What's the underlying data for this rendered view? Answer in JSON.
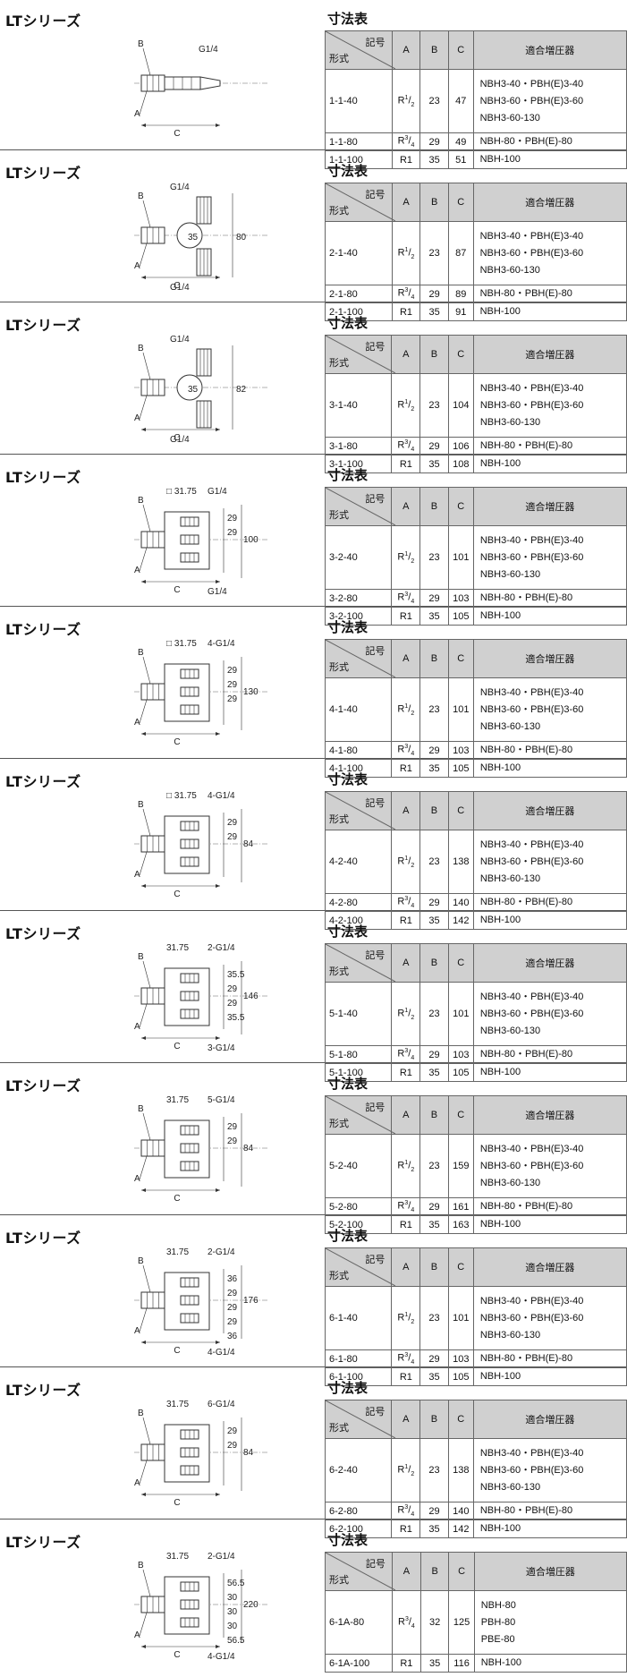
{
  "series_title": "LTシリーズ",
  "table_title": "寸法表",
  "header": {
    "kigou": "記号",
    "keishiki": "形式",
    "A": "A",
    "B": "B",
    "C": "C",
    "compat": "適合増圧器"
  },
  "sections": [
    {
      "labels": {
        "B": "B",
        "A": "A",
        "C": "C",
        "g1": "G1/4"
      },
      "rows": [
        {
          "model": "1-1-40",
          "A": "R1/2",
          "B": "23",
          "C": "47",
          "compat": [
            "NBH3-40・PBH(E)3-40",
            "NBH3-60・PBH(E)3-60",
            "NBH3-60-130"
          ]
        },
        {
          "model": "1-1-80",
          "A": "R3/4",
          "B": "29",
          "C": "49",
          "compat": [
            "NBH-80・PBH(E)-80"
          ]
        },
        {
          "model": "1-1-100",
          "A": "R1",
          "B": "35",
          "C": "51",
          "compat": [
            "NBH-100"
          ]
        }
      ]
    },
    {
      "labels": {
        "B": "B",
        "A": "A",
        "C": "C",
        "g1": "G1/4",
        "g2": "G1/4",
        "d1": "35",
        "d2": "80"
      },
      "rows": [
        {
          "model": "2-1-40",
          "A": "R1/2",
          "B": "23",
          "C": "87",
          "compat": [
            "NBH3-40・PBH(E)3-40",
            "NBH3-60・PBH(E)3-60",
            "NBH3-60-130"
          ]
        },
        {
          "model": "2-1-80",
          "A": "R3/4",
          "B": "29",
          "C": "89",
          "compat": [
            "NBH-80・PBH(E)-80"
          ]
        },
        {
          "model": "2-1-100",
          "A": "R1",
          "B": "35",
          "C": "91",
          "compat": [
            "NBH-100"
          ]
        }
      ]
    },
    {
      "labels": {
        "B": "B",
        "A": "A",
        "C": "C",
        "g1": "G1/4",
        "g2": "G1/4",
        "d1": "35",
        "d2": "82"
      },
      "rows": [
        {
          "model": "3-1-40",
          "A": "R1/2",
          "B": "23",
          "C": "104",
          "compat": [
            "NBH3-40・PBH(E)3-40",
            "NBH3-60・PBH(E)3-60",
            "NBH3-60-130"
          ]
        },
        {
          "model": "3-1-80",
          "A": "R3/4",
          "B": "29",
          "C": "106",
          "compat": [
            "NBH-80・PBH(E)-80"
          ]
        },
        {
          "model": "3-1-100",
          "A": "R1",
          "B": "35",
          "C": "108",
          "compat": [
            "NBH-100"
          ]
        }
      ]
    },
    {
      "labels": {
        "B": "B",
        "A": "A",
        "C": "C",
        "g1": "G1/4",
        "g2": "G1/4",
        "sq": "□ 31.75",
        "d1": "29",
        "d2": "29",
        "d3": "100"
      },
      "rows": [
        {
          "model": "3-2-40",
          "A": "R1/2",
          "B": "23",
          "C": "101",
          "compat": [
            "NBH3-40・PBH(E)3-40",
            "NBH3-60・PBH(E)3-60",
            "NBH3-60-130"
          ]
        },
        {
          "model": "3-2-80",
          "A": "R3/4",
          "B": "29",
          "C": "103",
          "compat": [
            "NBH-80・PBH(E)-80"
          ]
        },
        {
          "model": "3-2-100",
          "A": "R1",
          "B": "35",
          "C": "105",
          "compat": [
            "NBH-100"
          ]
        }
      ]
    },
    {
      "labels": {
        "B": "B",
        "A": "A",
        "C": "C",
        "g1": "4-G1/4",
        "sq": "□ 31.75",
        "d1": "29",
        "d2": "29",
        "d3": "29",
        "d4": "130"
      },
      "rows": [
        {
          "model": "4-1-40",
          "A": "R1/2",
          "B": "23",
          "C": "101",
          "compat": [
            "NBH3-40・PBH(E)3-40",
            "NBH3-60・PBH(E)3-60",
            "NBH3-60-130"
          ]
        },
        {
          "model": "4-1-80",
          "A": "R3/4",
          "B": "29",
          "C": "103",
          "compat": [
            "NBH-80・PBH(E)-80"
          ]
        },
        {
          "model": "4-1-100",
          "A": "R1",
          "B": "35",
          "C": "105",
          "compat": [
            "NBH-100"
          ]
        }
      ]
    },
    {
      "labels": {
        "B": "B",
        "A": "A",
        "C": "C",
        "g1": "4-G1/4",
        "sq": "□ 31.75",
        "d1": "29",
        "d2": "29",
        "d3": "84"
      },
      "rows": [
        {
          "model": "4-2-40",
          "A": "R1/2",
          "B": "23",
          "C": "138",
          "compat": [
            "NBH3-40・PBH(E)3-40",
            "NBH3-60・PBH(E)3-60",
            "NBH3-60-130"
          ]
        },
        {
          "model": "4-2-80",
          "A": "R3/4",
          "B": "29",
          "C": "140",
          "compat": [
            "NBH-80・PBH(E)-80"
          ]
        },
        {
          "model": "4-2-100",
          "A": "R1",
          "B": "35",
          "C": "142",
          "compat": [
            "NBH-100"
          ]
        }
      ]
    },
    {
      "labels": {
        "B": "B",
        "A": "A",
        "C": "C",
        "g1": "2-G1/4",
        "g2": "3-G1/4",
        "sq": "31.75",
        "d1": "35.5",
        "d2": "29",
        "d3": "29",
        "d4": "35.5",
        "d5": "146"
      },
      "rows": [
        {
          "model": "5-1-40",
          "A": "R1/2",
          "B": "23",
          "C": "101",
          "compat": [
            "NBH3-40・PBH(E)3-40",
            "NBH3-60・PBH(E)3-60",
            "NBH3-60-130"
          ]
        },
        {
          "model": "5-1-80",
          "A": "R3/4",
          "B": "29",
          "C": "103",
          "compat": [
            "NBH-80・PBH(E)-80"
          ]
        },
        {
          "model": "5-1-100",
          "A": "R1",
          "B": "35",
          "C": "105",
          "compat": [
            "NBH-100"
          ]
        }
      ]
    },
    {
      "labels": {
        "B": "B",
        "A": "A",
        "C": "C",
        "g1": "5-G1/4",
        "sq": "31.75",
        "d1": "29",
        "d2": "29",
        "d3": "84"
      },
      "rows": [
        {
          "model": "5-2-40",
          "A": "R1/2",
          "B": "23",
          "C": "159",
          "compat": [
            "NBH3-40・PBH(E)3-40",
            "NBH3-60・PBH(E)3-60",
            "NBH3-60-130"
          ]
        },
        {
          "model": "5-2-80",
          "A": "R3/4",
          "B": "29",
          "C": "161",
          "compat": [
            "NBH-80・PBH(E)-80"
          ]
        },
        {
          "model": "5-2-100",
          "A": "R1",
          "B": "35",
          "C": "163",
          "compat": [
            "NBH-100"
          ]
        }
      ]
    },
    {
      "labels": {
        "B": "B",
        "A": "A",
        "C": "C",
        "g1": "2-G1/4",
        "g2": "4-G1/4",
        "sq": "31.75",
        "d1": "36",
        "d2": "29",
        "d3": "29",
        "d4": "29",
        "d5": "36",
        "d6": "176"
      },
      "rows": [
        {
          "model": "6-1-40",
          "A": "R1/2",
          "B": "23",
          "C": "101",
          "compat": [
            "NBH3-40・PBH(E)3-40",
            "NBH3-60・PBH(E)3-60",
            "NBH3-60-130"
          ]
        },
        {
          "model": "6-1-80",
          "A": "R3/4",
          "B": "29",
          "C": "103",
          "compat": [
            "NBH-80・PBH(E)-80"
          ]
        },
        {
          "model": "6-1-100",
          "A": "R1",
          "B": "35",
          "C": "105",
          "compat": [
            "NBH-100"
          ]
        }
      ]
    },
    {
      "labels": {
        "B": "B",
        "A": "A",
        "C": "C",
        "g1": "6-G1/4",
        "sq": "31.75",
        "d1": "29",
        "d2": "29",
        "d3": "84"
      },
      "rows": [
        {
          "model": "6-2-40",
          "A": "R1/2",
          "B": "23",
          "C": "138",
          "compat": [
            "NBH3-40・PBH(E)3-40",
            "NBH3-60・PBH(E)3-60",
            "NBH3-60-130"
          ]
        },
        {
          "model": "6-2-80",
          "A": "R3/4",
          "B": "29",
          "C": "140",
          "compat": [
            "NBH-80・PBH(E)-80"
          ]
        },
        {
          "model": "6-2-100",
          "A": "R1",
          "B": "35",
          "C": "142",
          "compat": [
            "NBH-100"
          ]
        }
      ]
    },
    {
      "labels": {
        "B": "B",
        "A": "A",
        "C": "C",
        "g1": "2-G1/4",
        "g2": "4-G1/4",
        "sq": "31.75",
        "d1": "56.5",
        "d2": "30",
        "d3": "30",
        "d4": "30",
        "d5": "56.5",
        "d6": "220"
      },
      "rows": [
        {
          "model": "6-1A-80",
          "A": "R3/4",
          "B": "32",
          "C": "125",
          "compat": [
            "NBH-80",
            "PBH-80",
            "PBE-80"
          ]
        },
        {
          "model": "6-1A-100",
          "A": "R1",
          "B": "35",
          "C": "116",
          "compat": [
            "NBH-100"
          ]
        }
      ]
    }
  ]
}
